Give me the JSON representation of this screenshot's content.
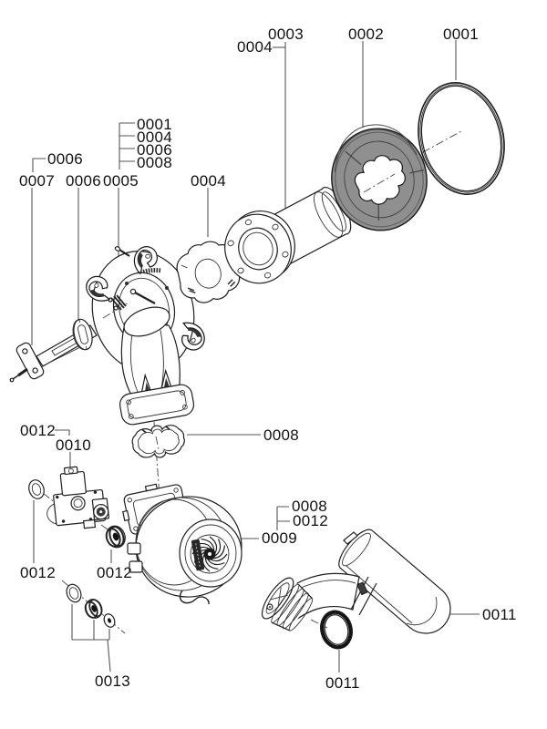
{
  "diagram": {
    "type": "exploded-parts-diagram",
    "background_color": "#ffffff",
    "line_color": "#1f1f1f",
    "part_fill_gray": "#8f8f8f",
    "labels": [
      {
        "id": "callout-0003-top",
        "text": "0003"
      },
      {
        "id": "callout-0002-top",
        "text": "0002"
      },
      {
        "id": "callout-0001-top",
        "text": "0001"
      },
      {
        "id": "callout-0004-top",
        "text": "0004"
      },
      {
        "id": "bracket-0001",
        "text": "0001"
      },
      {
        "id": "bracket-0004",
        "text": "0004"
      },
      {
        "id": "bracket-0006",
        "text": "0006"
      },
      {
        "id": "bracket-0008",
        "text": "0008"
      },
      {
        "id": "callout-0006-upper",
        "text": "0006"
      },
      {
        "id": "callout-0007",
        "text": "0007"
      },
      {
        "id": "callout-0006",
        "text": "0006"
      },
      {
        "id": "callout-0005",
        "text": "0005"
      },
      {
        "id": "callout-0004-mid",
        "text": "0004"
      },
      {
        "id": "callout-0008-gasket",
        "text": "0008"
      },
      {
        "id": "callout-0012-valve-top",
        "text": "0012"
      },
      {
        "id": "callout-0010",
        "text": "0010"
      },
      {
        "id": "callout-0012-left",
        "text": "0012"
      },
      {
        "id": "callout-0012-mid",
        "text": "0012"
      },
      {
        "id": "fan-bracket-0008",
        "text": "0008"
      },
      {
        "id": "fan-bracket-0012",
        "text": "0012"
      },
      {
        "id": "callout-0009",
        "text": "0009"
      },
      {
        "id": "callout-0013",
        "text": "0013"
      },
      {
        "id": "callout-0011-oring",
        "text": "0011"
      },
      {
        "id": "callout-0011-pipe",
        "text": "0011"
      }
    ]
  }
}
